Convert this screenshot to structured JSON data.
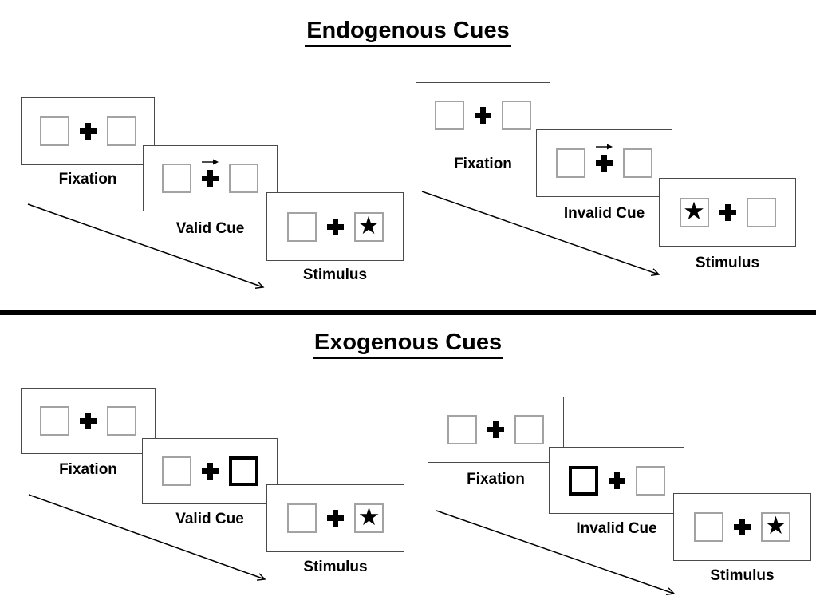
{
  "glyphs": {
    "star": "★"
  },
  "colors": {
    "ink": "#000000",
    "panel_border": "#4a4a4a",
    "box_border": "#a3a3a3",
    "background": "#ffffff"
  },
  "sections": [
    {
      "title": "Endogenous Cues",
      "groups": [
        {
          "name": "valid",
          "trials": [
            {
              "label": "Fixation",
              "display": "two-empty-boxes-with-fixation-cross"
            },
            {
              "label": "Valid Cue",
              "display": "right-pointing-arrow-above-fixation-cross"
            },
            {
              "label": "Stimulus",
              "display": "star-in-right-box"
            }
          ]
        },
        {
          "name": "invalid",
          "trials": [
            {
              "label": "Fixation",
              "display": "two-empty-boxes-with-fixation-cross"
            },
            {
              "label": "Invalid Cue",
              "display": "right-pointing-arrow-above-fixation-cross"
            },
            {
              "label": "Stimulus",
              "display": "star-in-left-box"
            }
          ]
        }
      ]
    },
    {
      "title": "Exogenous Cues",
      "groups": [
        {
          "name": "valid",
          "trials": [
            {
              "label": "Fixation",
              "display": "two-empty-boxes-with-fixation-cross"
            },
            {
              "label": "Valid Cue",
              "display": "right-box-highlighted-bold"
            },
            {
              "label": "Stimulus",
              "display": "star-in-right-box"
            }
          ]
        },
        {
          "name": "invalid",
          "trials": [
            {
              "label": "Fixation",
              "display": "two-empty-boxes-with-fixation-cross"
            },
            {
              "label": "Invalid Cue",
              "display": "left-box-highlighted-bold"
            },
            {
              "label": "Stimulus",
              "display": "star-in-right-box"
            }
          ]
        }
      ]
    }
  ]
}
